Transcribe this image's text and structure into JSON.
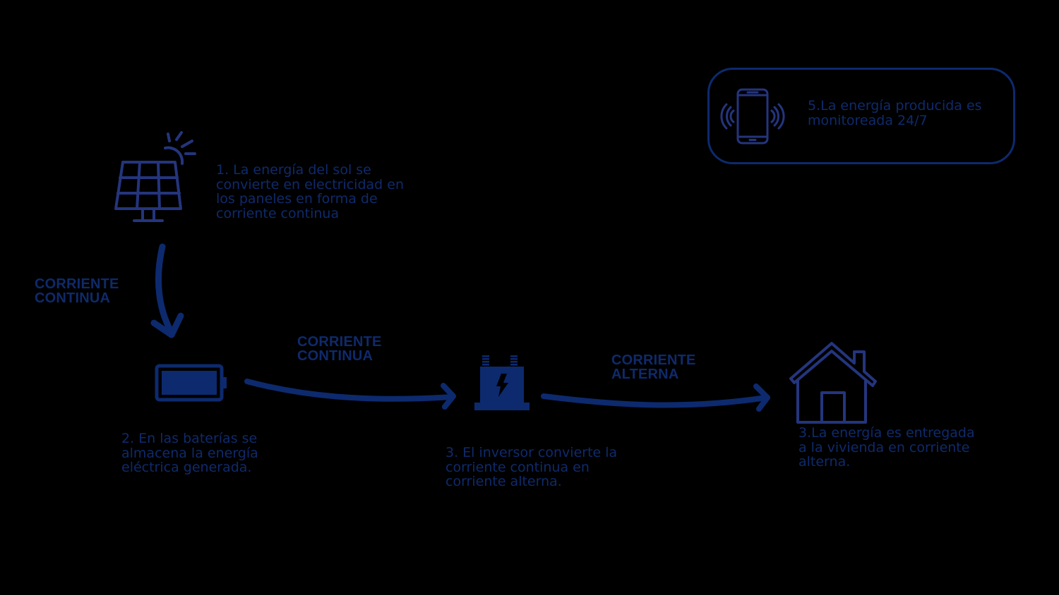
{
  "colors": {
    "background": "#000000",
    "primary_blue": "#0f2a6b",
    "icon_blue": "#1f3580"
  },
  "steps": [
    {
      "id": 1,
      "icon": "solar-panel-icon",
      "lines": [
        "1. La energía del sol se",
        "convierte en electricidad en",
        "los paneles en forma de",
        "corriente continua"
      ]
    },
    {
      "id": 2,
      "icon": "battery-icon",
      "lines": [
        "2. En las baterías se",
        "almacena la energía",
        "eléctrica generada."
      ]
    },
    {
      "id": 3,
      "icon": "inverter-icon",
      "lines": [
        "3. El inversor convierte la",
        "corriente continua en",
        "corriente alterna."
      ]
    },
    {
      "id": 4,
      "icon": "house-icon",
      "lines": [
        "3.La energía es entregada",
        "a la vivienda en corriente",
        "alterna."
      ]
    },
    {
      "id": 5,
      "icon": "smartphone-signal-icon",
      "lines": [
        "5.La energía producida es",
        "monitoreada 24/7"
      ]
    }
  ],
  "flows": [
    {
      "from": "solar-panel",
      "to": "battery",
      "lines": [
        "CORRIENTE",
        "CONTINUA"
      ]
    },
    {
      "from": "battery",
      "to": "inverter",
      "lines": [
        "CORRIENTE",
        "CONTINUA"
      ]
    },
    {
      "from": "inverter",
      "to": "house",
      "lines": [
        "CORRIENTE",
        "ALTERNA"
      ]
    }
  ]
}
